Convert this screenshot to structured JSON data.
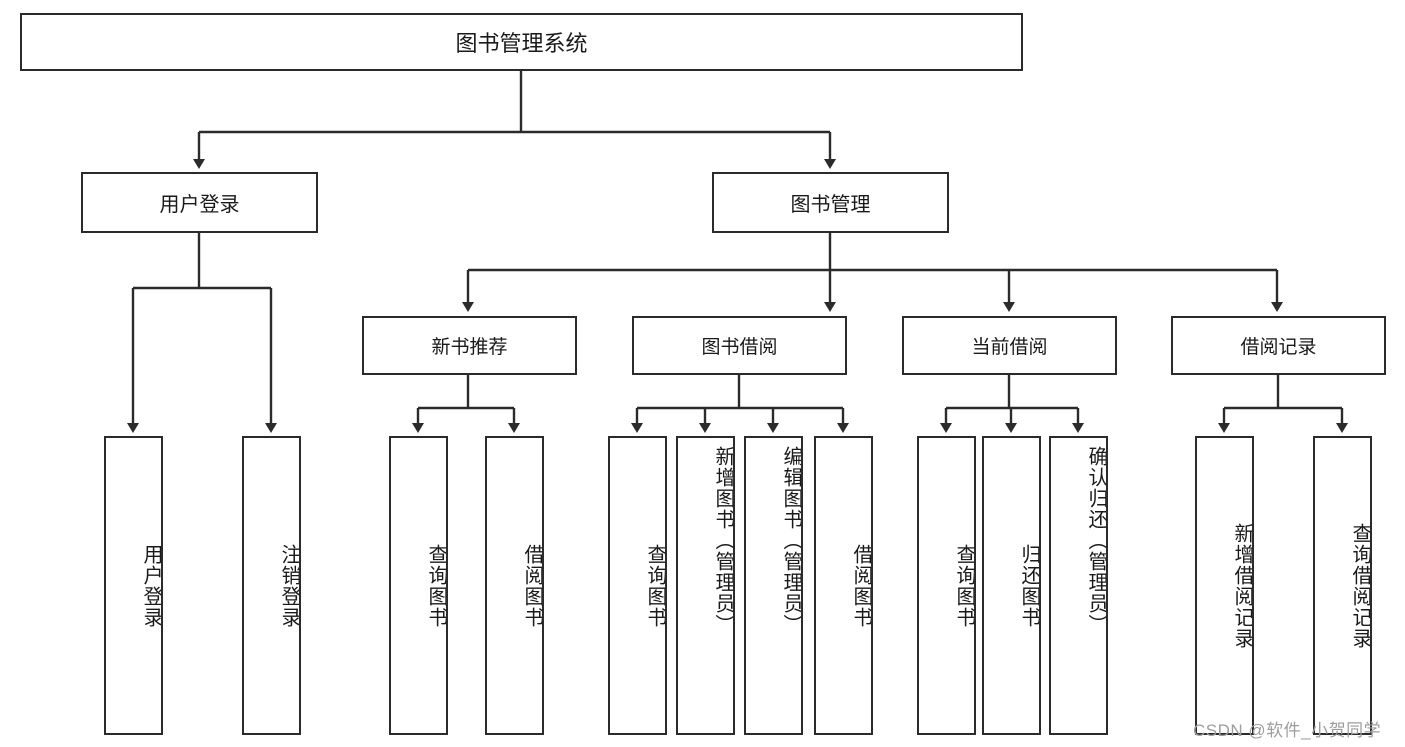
{
  "diagram": {
    "title": "图书管理系统",
    "root": {
      "label": "图书管理系统"
    },
    "level2": [
      {
        "label": "用户登录"
      },
      {
        "label": "图书管理"
      }
    ],
    "level3": [
      {
        "label": "新书推荐"
      },
      {
        "label": "图书借阅"
      },
      {
        "label": "当前借阅"
      },
      {
        "label": "借阅记录"
      }
    ],
    "leaves": {
      "user_login": [
        {
          "label": "用户登录"
        },
        {
          "label": "注销登录"
        }
      ],
      "new_book_recommend": [
        {
          "label": "查询图书"
        },
        {
          "label": "借阅图书"
        }
      ],
      "book_borrow": [
        {
          "label": "查询图书"
        },
        {
          "label": "新增图书（管理员）"
        },
        {
          "label": "编辑图书（管理员）"
        },
        {
          "label": "借阅图书"
        }
      ],
      "current_borrow": [
        {
          "label": "查询图书"
        },
        {
          "label": "归还图书"
        },
        {
          "label": "确认归还（管理员）"
        }
      ],
      "borrow_record": [
        {
          "label": "新增借阅记录"
        },
        {
          "label": "查询借阅记录"
        }
      ]
    }
  },
  "watermark": {
    "text": "CSDN @软件_小贺同学"
  },
  "colors": {
    "stroke": "#2b2b2b",
    "text": "#1a1a1a",
    "background": "#ffffff",
    "watermark": "#9d9d9d"
  }
}
